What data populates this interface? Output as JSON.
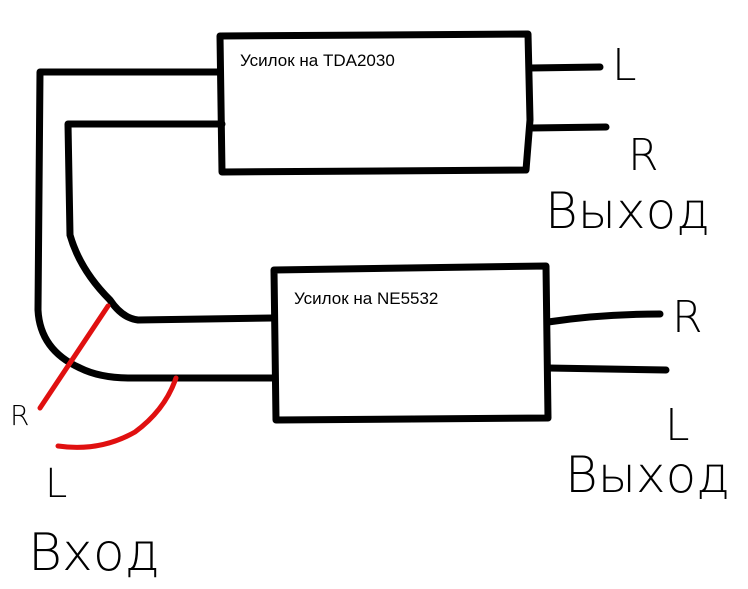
{
  "amp_top": {
    "label": "Усилок на TDA2030",
    "out_left": "L",
    "out_right": "R",
    "output_label": "Выход"
  },
  "amp_bottom": {
    "label": "Усилок на NE5532",
    "out_right": "R",
    "out_left": "L",
    "output_label": "Выход"
  },
  "input": {
    "right": "R",
    "left": "L",
    "label": "Вход"
  },
  "colors": {
    "wire": "#000000",
    "input_wire": "#e01010"
  }
}
